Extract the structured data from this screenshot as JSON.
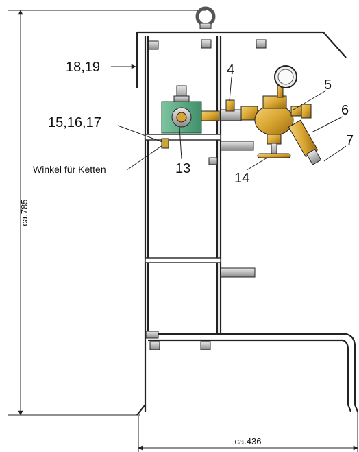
{
  "callouts": {
    "c18_19": "18,19",
    "c4": "4",
    "c5": "5",
    "c6": "6",
    "c7": "7",
    "c15_16_17": "15,16,17",
    "c13": "13",
    "c14": "14",
    "winkel": "Winkel für Ketten"
  },
  "dimensions": {
    "height": "ca.785",
    "width": "ca.436"
  }
}
